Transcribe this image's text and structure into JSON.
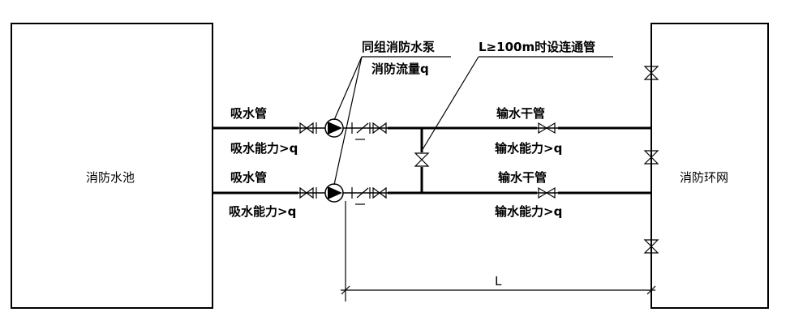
{
  "left_box": {
    "label": "消防水池"
  },
  "right_box": {
    "label": "消防环网"
  },
  "pump_note": {
    "line1": "同组消防水泵",
    "line2": "消防流量q"
  },
  "bypass_note": {
    "text": "L≥100m时设连通管"
  },
  "branches": [
    {
      "suction_title": "吸水管",
      "suction_capacity": "吸水能力>q",
      "main_title": "输水干管",
      "main_capacity": "输水能力>q"
    },
    {
      "suction_title": "吸水管",
      "suction_capacity": "吸水能力>q",
      "main_title": "输水干管",
      "main_capacity": "输水能力>q"
    }
  ],
  "dimension": {
    "label": "L"
  }
}
